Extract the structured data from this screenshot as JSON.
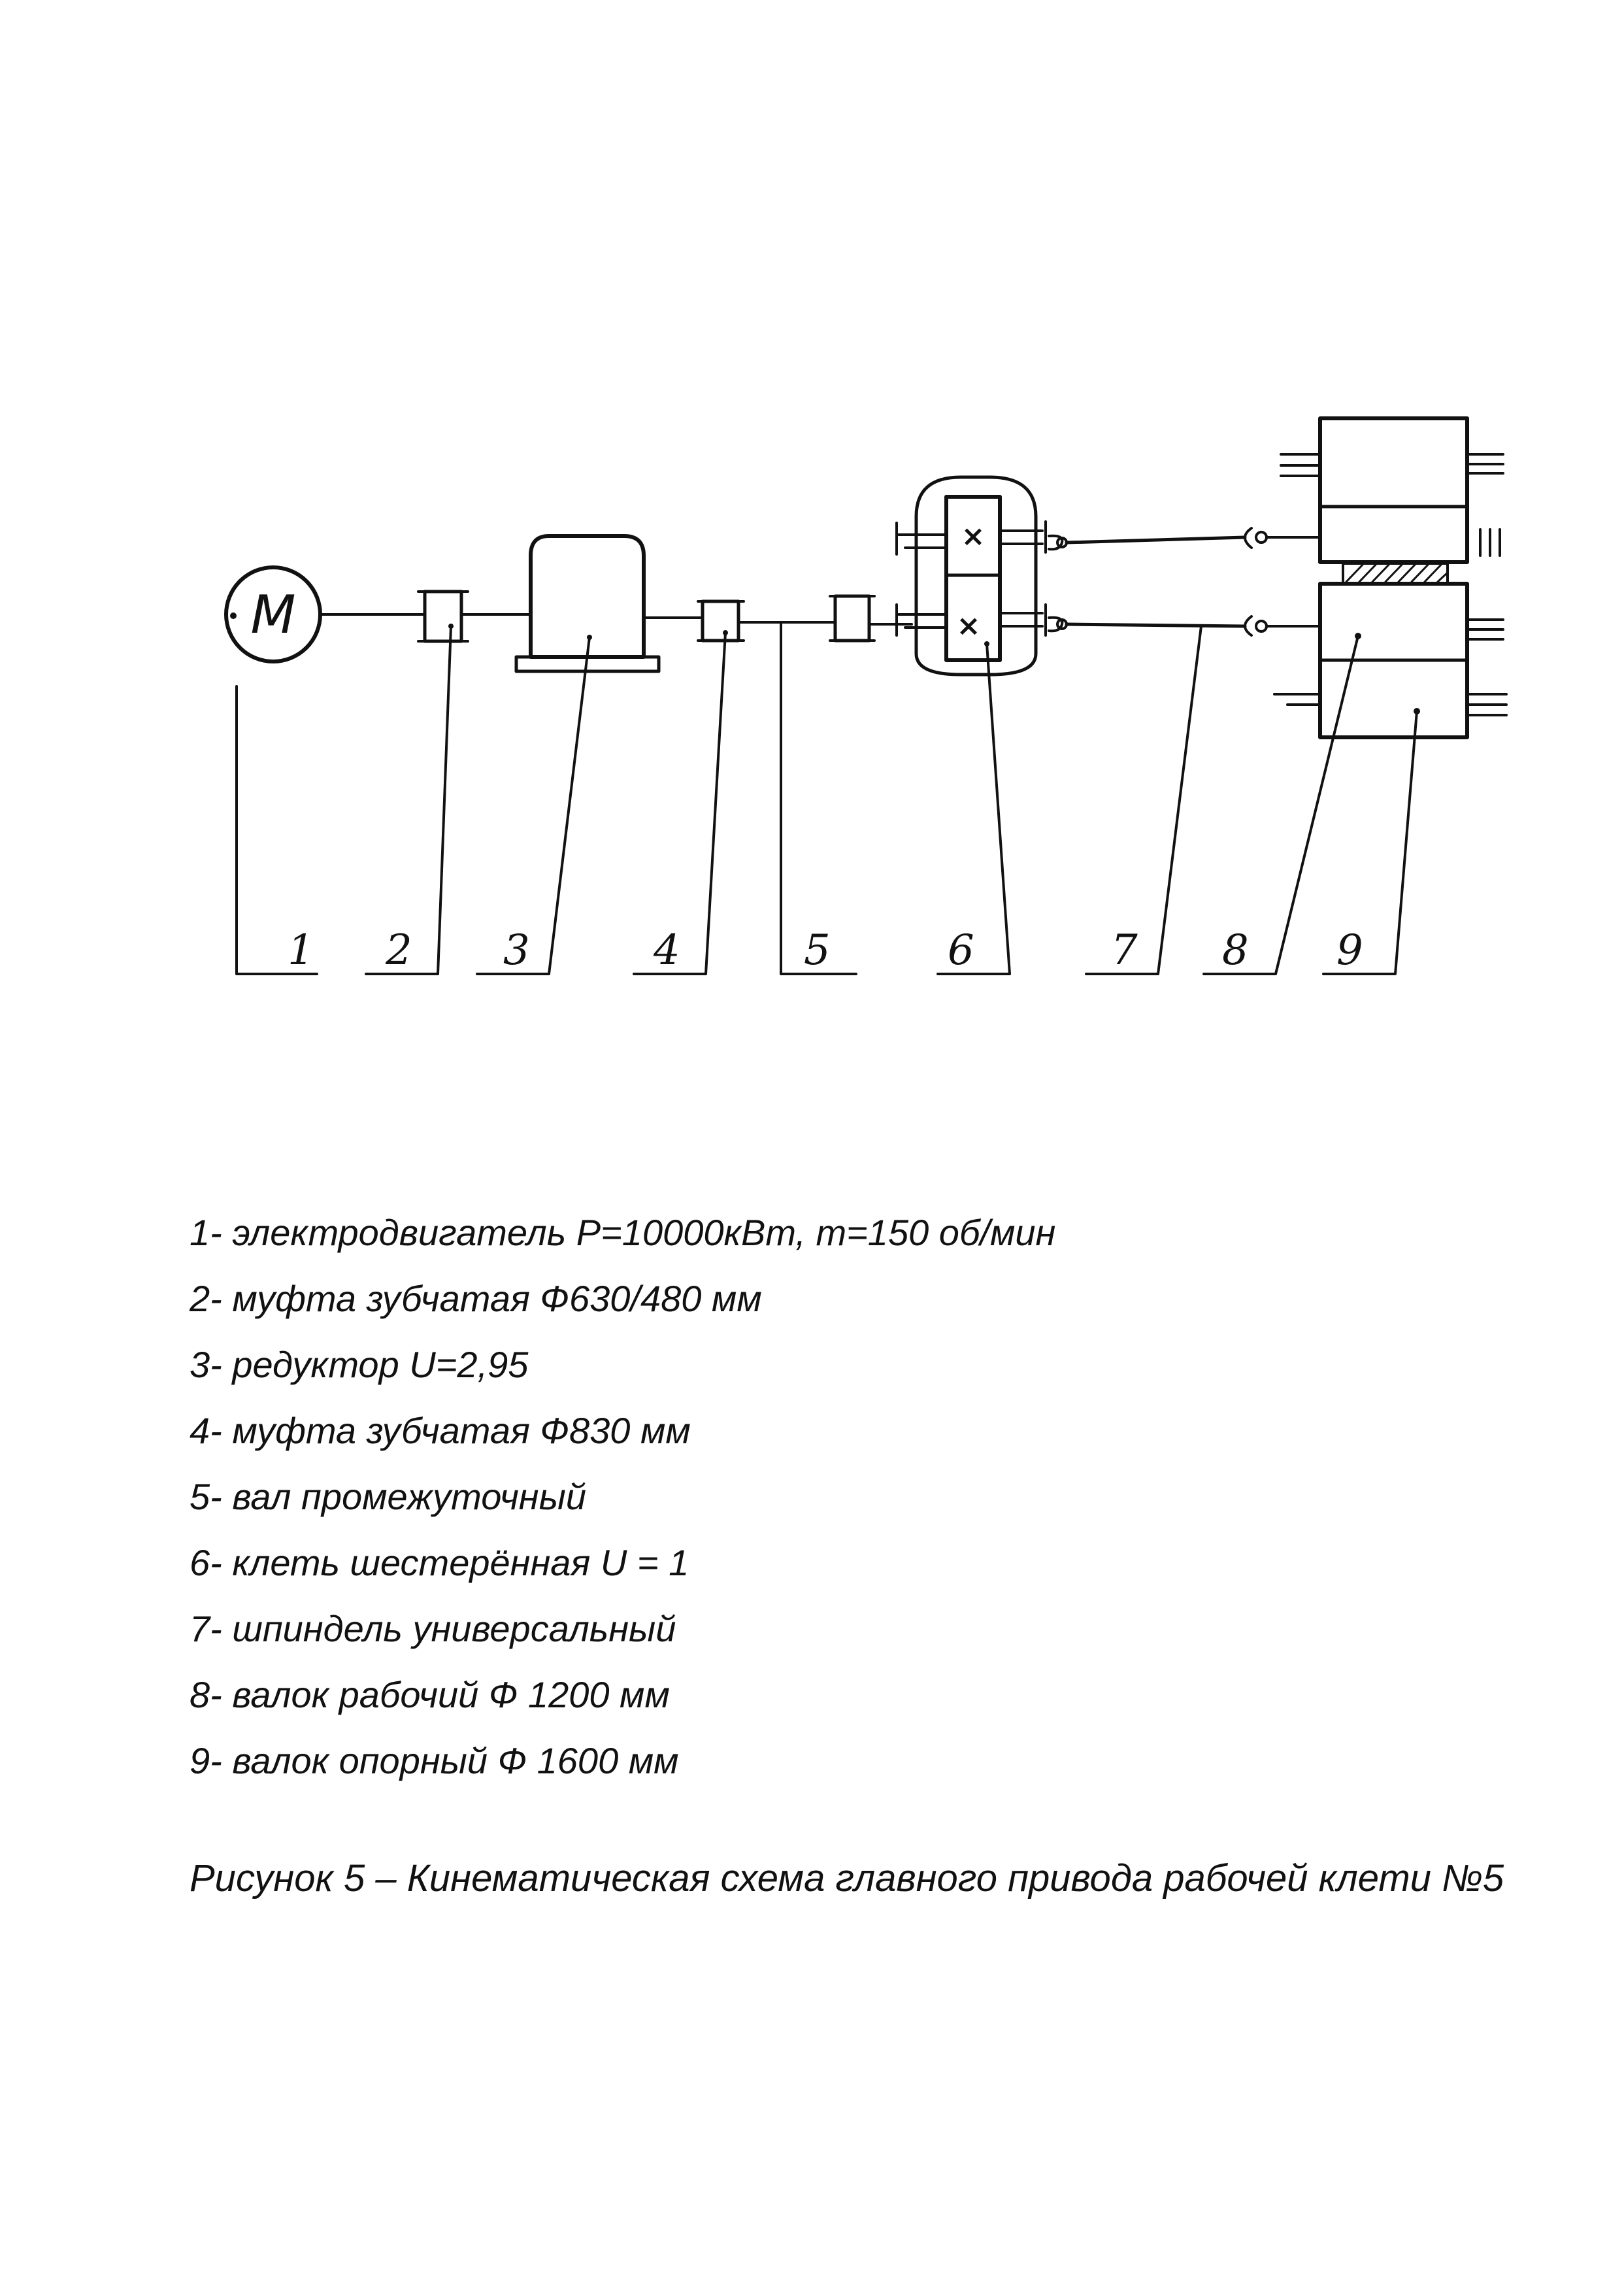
{
  "diagram": {
    "motor_symbol": "M",
    "gear_cross_symbol": "×",
    "callout_numbers": [
      "1",
      "2",
      "3",
      "4",
      "5",
      "6",
      "7",
      "8",
      "9"
    ]
  },
  "legend": [
    "1- электродвигатель P=10000кВт, m=150 об/мин",
    "2- муфта зубчатая Ф630/480 мм",
    "3- редуктор U=2,95",
    "4- муфта зубчатая Ф830 мм",
    "5- вал промежуточный",
    "6- клеть шестерённая U = 1",
    "7- шпиндель универсальный",
    "8- валок рабочий Ф 1200 мм",
    "9- валок опорный Ф 1600 мм"
  ],
  "caption": "Рисунок 5 – Кинематическая схема главного привода рабочей клети №5"
}
